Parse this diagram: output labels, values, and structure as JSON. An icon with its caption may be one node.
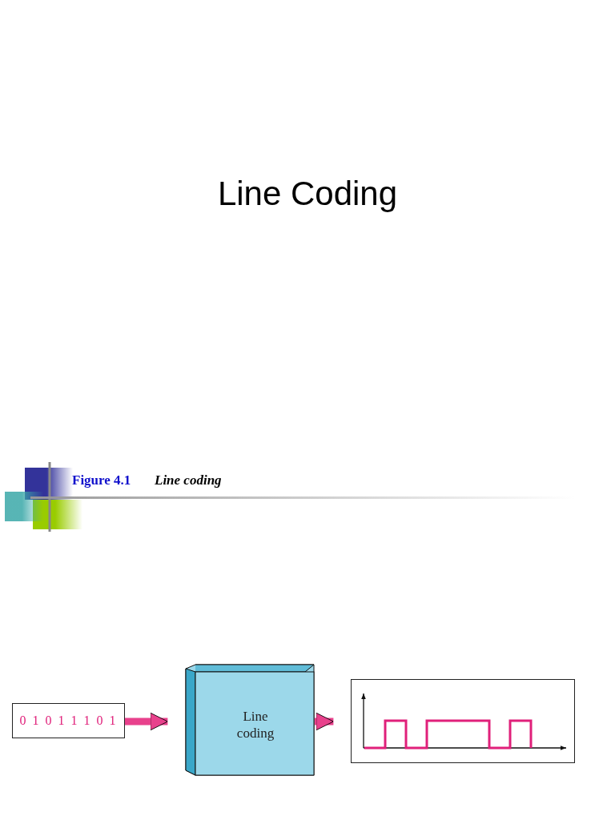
{
  "diagram": {
    "title": "Line Coding",
    "nodes": [
      {
        "text": [
          "0 1 0 1 1 1 0 1"
        ]
      },
      {
        "text": [
          "Line coding"
        ]
      },
      {
        "text": [],
        "shape": "picture"
      }
    ],
    "edges": [
      {
        "from": 0,
        "to": 1,
        "arrow": "to"
      },
      {
        "from": 1,
        "to": 2,
        "arrow": "to"
      }
    ],
    "labels": [
      "Figure 4.1",
      "Line coding"
    ]
  }
}
